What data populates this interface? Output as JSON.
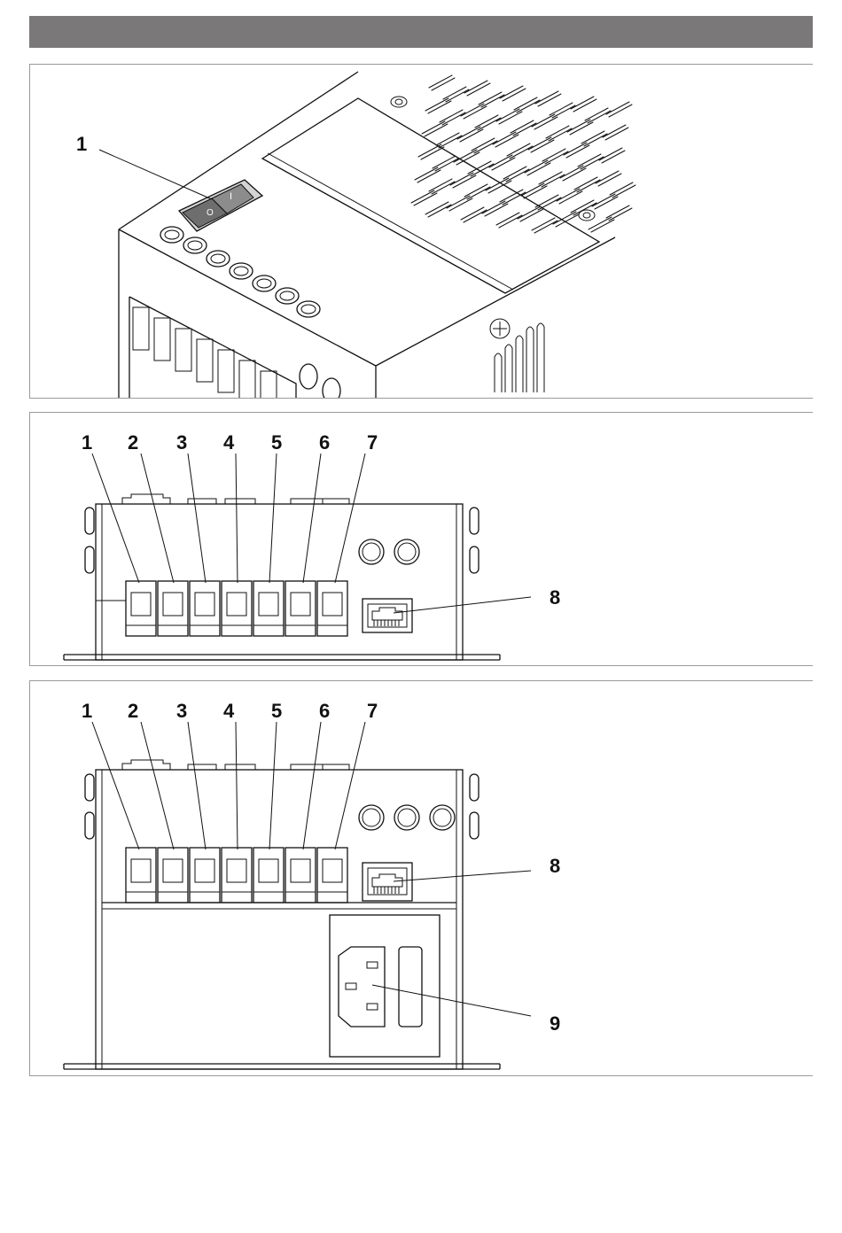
{
  "figure1": {
    "callouts": [
      "1"
    ],
    "switch_symbols": {
      "on": "I",
      "off": "O"
    }
  },
  "figure2": {
    "callouts": [
      "1",
      "2",
      "3",
      "4",
      "5",
      "6",
      "7",
      "8"
    ]
  },
  "figure3": {
    "callouts": [
      "1",
      "2",
      "3",
      "4",
      "5",
      "6",
      "7",
      "8",
      "9"
    ]
  }
}
